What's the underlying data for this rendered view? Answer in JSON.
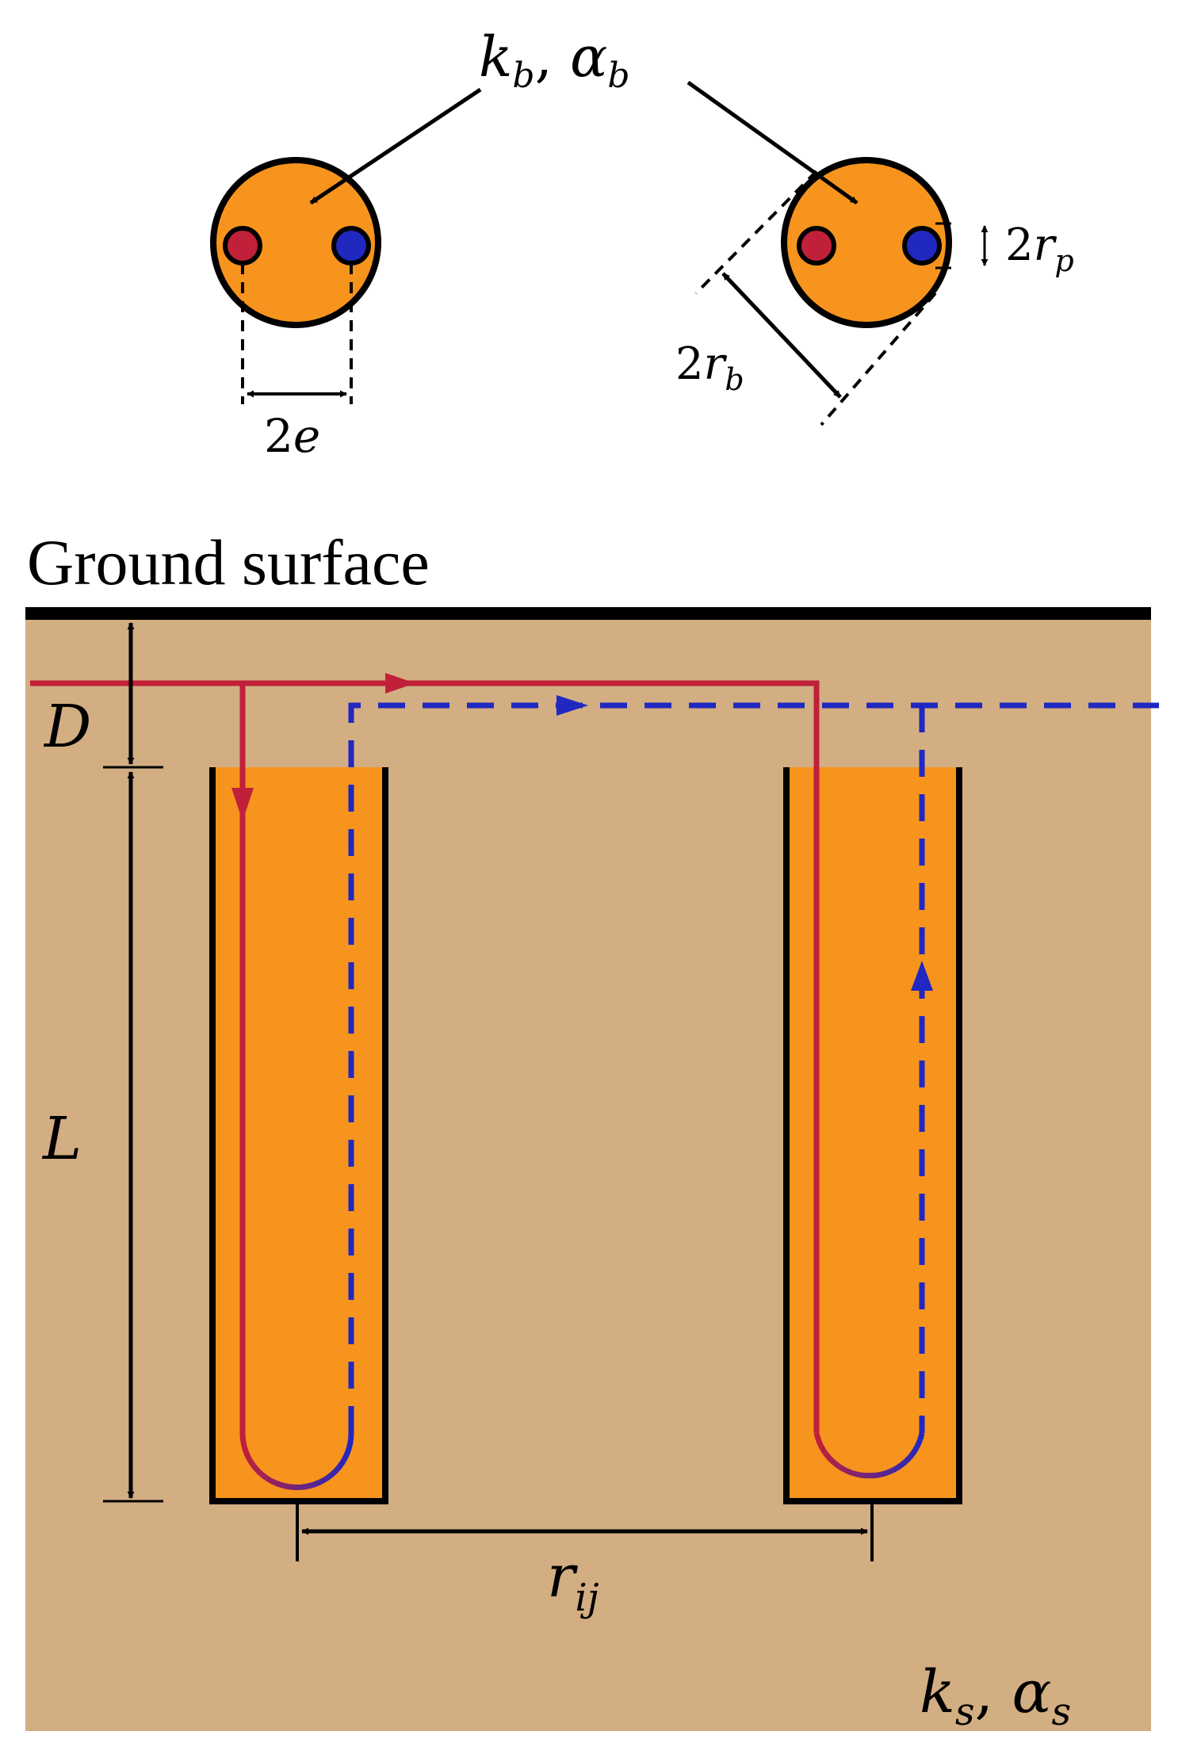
{
  "labels": {
    "borehole_props_k": "k",
    "borehole_props_k_sub": "b",
    "borehole_props_alpha": "α",
    "borehole_props_alpha_sub": "b",
    "pipe_radius_coef": "2",
    "pipe_radius_var": "r",
    "pipe_radius_sub": "p",
    "borehole_radius_coef": "2",
    "borehole_radius_var": "r",
    "borehole_radius_sub": "b",
    "shank_spacing_coef": "2",
    "shank_spacing_var": "e",
    "ground_surface": "Ground surface",
    "buried_depth": "D",
    "borehole_length": "L",
    "spacing_var": "r",
    "spacing_sub": "ij",
    "soil_k": "k",
    "soil_k_sub": "s",
    "soil_alpha": "α",
    "soil_alpha_sub": "s"
  },
  "colors": {
    "soil": "#d2ae82",
    "grout": "#f7941d",
    "inlet_pipe": "#c0203a",
    "outlet_pipe": "#2028c0",
    "outline": "#000000"
  }
}
